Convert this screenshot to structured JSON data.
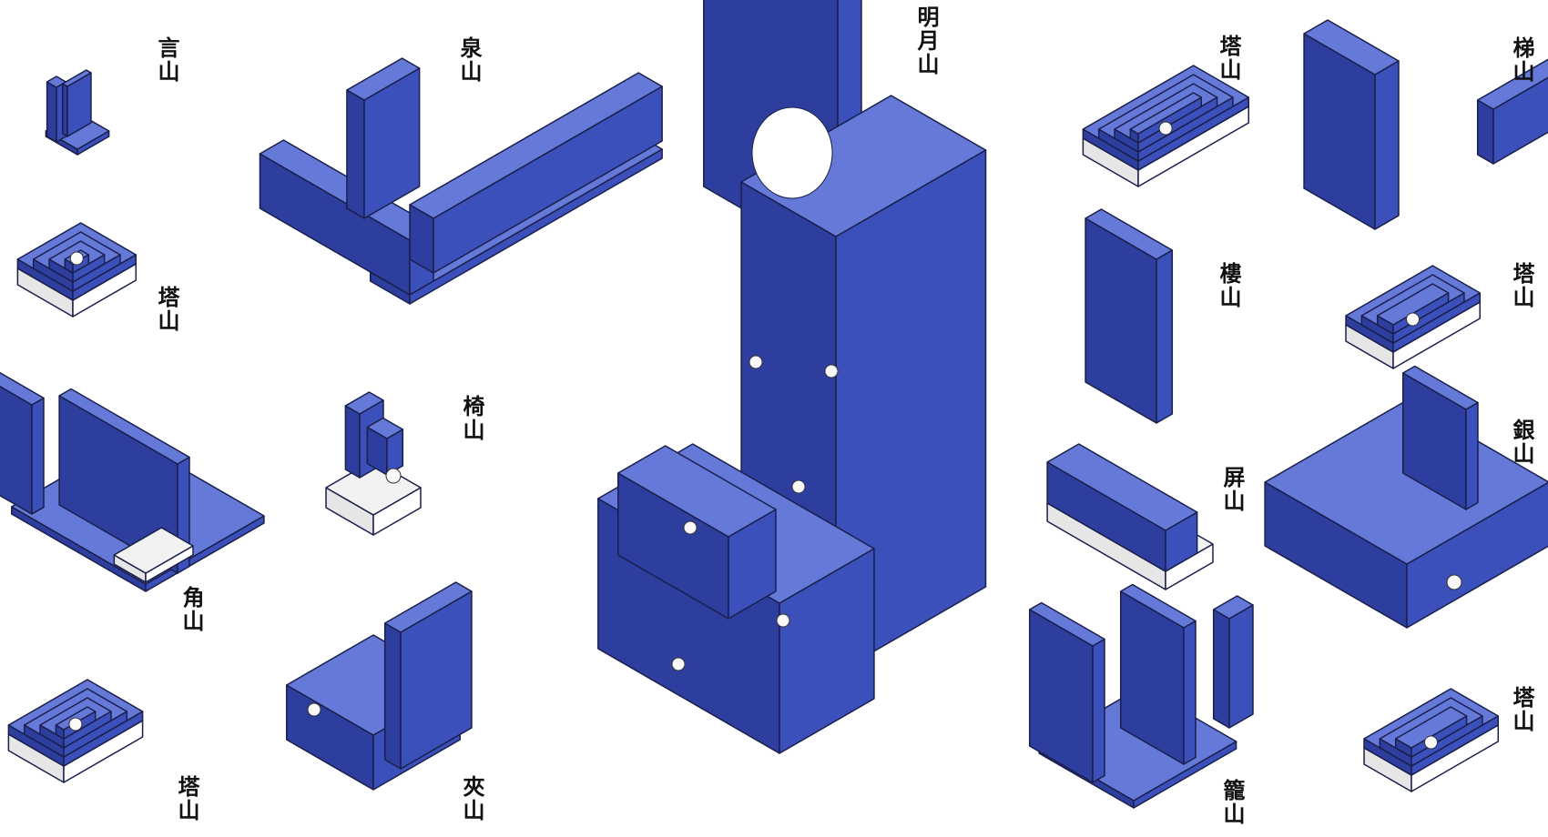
{
  "labels": {
    "yan": "言山",
    "quan": "泉山",
    "mingyue": "明月山",
    "ta_top_mid": "塔山",
    "ti": "梯山",
    "ta_left": "塔山",
    "yi": "椅山",
    "lou": "樓山",
    "ta_right": "塔山",
    "jiao": "角山",
    "ping": "屏山",
    "yin": "銀山",
    "ta_bottom_left": "塔山",
    "jia": "夾山",
    "long": "籠山",
    "ta_bottom_right": "塔山"
  },
  "colors": {
    "top": "#6579d8",
    "left": "#2e3e9e",
    "right": "#3c50bb",
    "base": "#f2f2f2",
    "outline": "#1a1f4a"
  }
}
